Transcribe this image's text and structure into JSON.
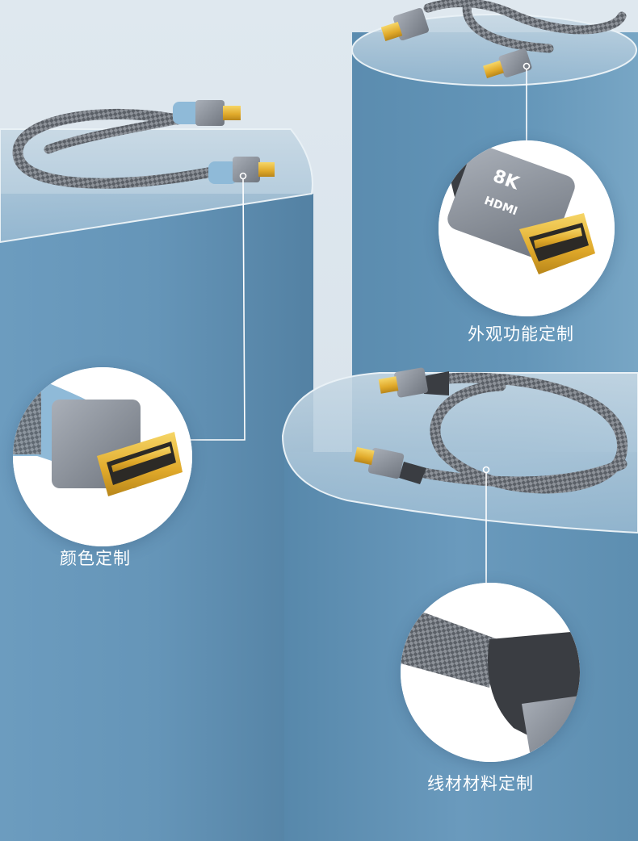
{
  "callouts": {
    "appearance": {
      "label": "外观功能定制"
    },
    "color": {
      "label": "颜色定制"
    },
    "material": {
      "label": "线材材料定制"
    }
  },
  "connector_marking": {
    "model": "8K",
    "brand": "HDMI"
  },
  "colors": {
    "pedestal_blue": "#5f90b3",
    "pedestal_shadow": "#4a7898",
    "background": "#dfe8ef",
    "connector_gold": "#e8b83a",
    "connector_shell": "#8c929c",
    "boot_light_blue": "#8fbad8",
    "boot_dark": "#3a3d42",
    "braid_gray": "#6e737a",
    "leader_line": "#ffffff"
  }
}
